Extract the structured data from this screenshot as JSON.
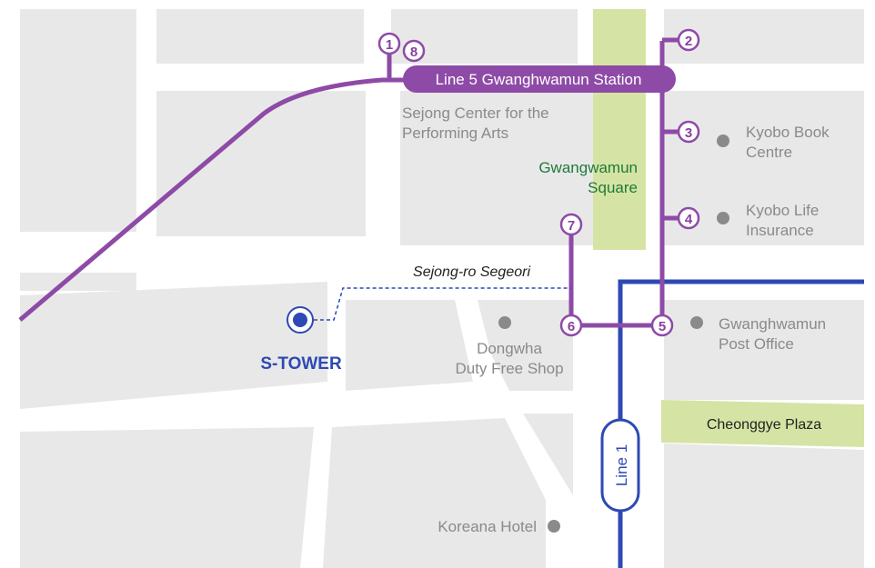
{
  "colors": {
    "background": "#ffffff",
    "block": "#e8e8e8",
    "line5": "#8e4aa7",
    "line1": "#2d49b3",
    "park": "#d5e4a4",
    "poi": "#8a8a8a",
    "stower": "#2d49b3",
    "park_text": "#1f7a3a"
  },
  "station": {
    "label": "Line 5 Gwanghwamun Station"
  },
  "line1": {
    "label": "Line 1"
  },
  "exits": [
    {
      "number": "1"
    },
    {
      "number": "8"
    },
    {
      "number": "2"
    },
    {
      "number": "3"
    },
    {
      "number": "4"
    },
    {
      "number": "7"
    },
    {
      "number": "6"
    },
    {
      "number": "5"
    }
  ],
  "places": {
    "sejong_center": [
      "Sejong Center for the",
      "Performing Arts"
    ],
    "gwangwamun_square": [
      "Gwangwamun",
      "Square"
    ],
    "kyobo_book": [
      "Kyobo Book",
      "Centre"
    ],
    "kyobo_life": [
      "Kyobo Life",
      "Insurance"
    ],
    "post_office": [
      "Gwanghwamun",
      "Post Office"
    ],
    "dongwha": [
      "Dongwha",
      "Duty Free Shop"
    ],
    "cheonggye": "Cheonggye Plaza",
    "koreana": "Koreana Hotel",
    "segeori": "Sejong-ro Segeori",
    "s_tower": "S-TOWER"
  }
}
